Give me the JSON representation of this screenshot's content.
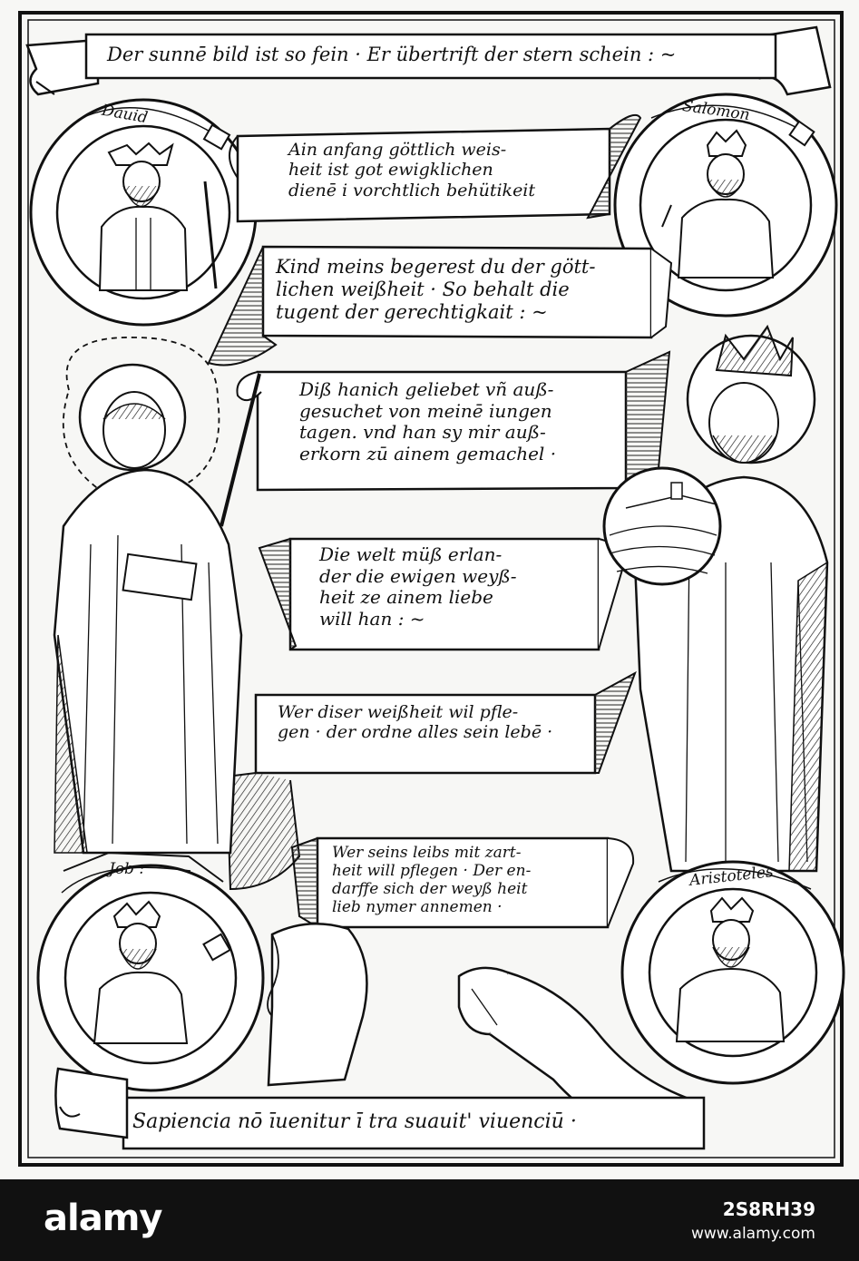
{
  "woodcut": {
    "top_banner": "Der sunnē bild ist so fein · Er übertrift der stern schein : ~",
    "scrolls": [
      [
        "Ain anfang göttlich weis-",
        "heit ist got ewigklichen",
        "dienē i vorchtlich behütikeit"
      ],
      [
        "Kind meins begerest du der gött-",
        "lichen weißheit · So behalt die",
        "tugent der gerechtigkait : ~"
      ],
      [
        "Diß hanich geliebet vñ auß-",
        "gesuchet von meinē iungen",
        "tagen. vnd han sy mir auß-",
        "erkorn zū ainem gemachel ·"
      ],
      [
        "Die welt müß erlan-",
        "der die ewigen weyß-",
        "heit ze ainem liebe",
        "will han : ~"
      ],
      [
        "Wer diser weißheit wil pfle-",
        "gen · der ordne alles sein lebē ·"
      ],
      [
        "Wer seins leibs mit zart-",
        "heit will pflegen · Der en-",
        "darffe sich der weyß heit",
        "lieb nymer annemen ·"
      ]
    ],
    "bottom_banner": "Sapiencia nō īuenitur ī tra suauit' viuenciū ·",
    "medallions": {
      "david": "Dauid",
      "salomon": "Salomon",
      "job": "Job :",
      "aristoteles": "Aristoteles"
    }
  },
  "watermark": {
    "logo": "alamy",
    "image_id": "2S8RH39",
    "url": "www.alamy.com"
  }
}
